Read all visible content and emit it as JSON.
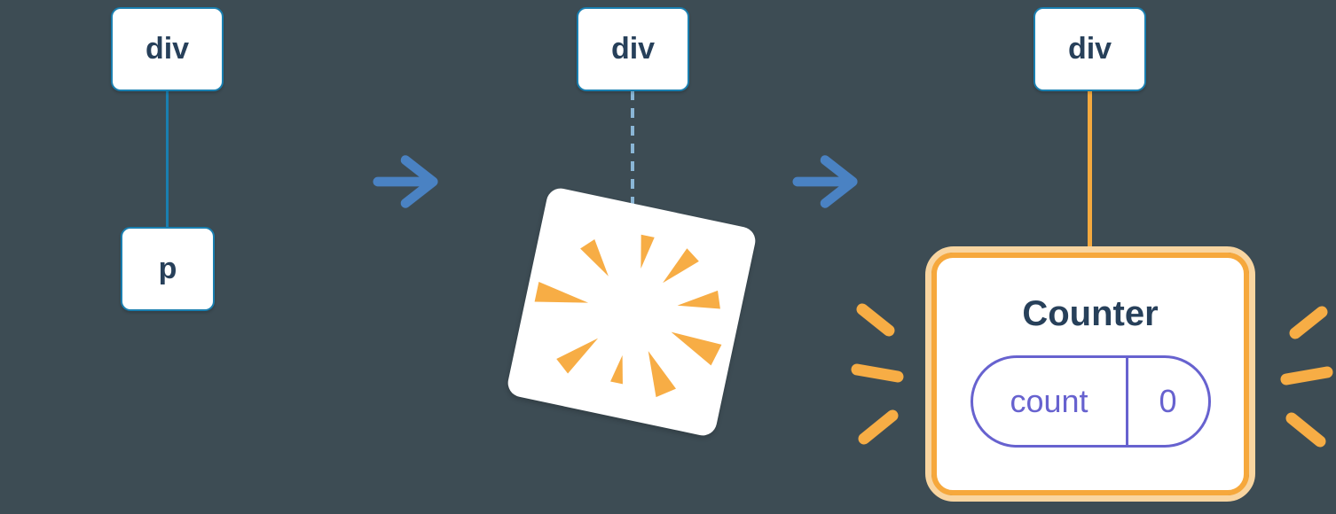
{
  "diagram": {
    "stage_before": {
      "parent_tag": "div",
      "child_tag": "p"
    },
    "stage_during": {
      "parent_tag": "div"
    },
    "stage_after": {
      "parent_tag": "div",
      "component": {
        "title": "Counter",
        "state_key": "count",
        "state_value": "0"
      }
    },
    "icons": {
      "arrow": "right-arrow-icon",
      "poof": "poof-burst-icon",
      "sparkles": "sparkle-dashes-icon"
    },
    "colors": {
      "background": "#3d4c54",
      "node-border": "#1a7fb0",
      "node-text": "#27405a",
      "edge-blue": "#1a7fb0",
      "edge-dashed": "#8ab6d6",
      "edge-orange": "#f5a93e",
      "arrow": "#4a82c3",
      "highlight-border": "#f6a83c",
      "highlight-glow": "#f9d5a0",
      "state-accent": "#6762cf",
      "spark": "#f7ad45"
    }
  }
}
